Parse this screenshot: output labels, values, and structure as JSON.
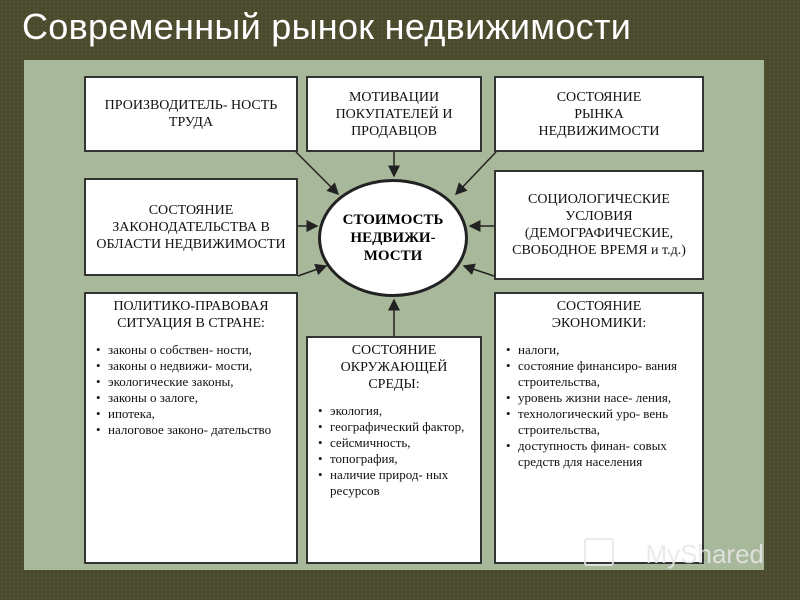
{
  "slide": {
    "title": "Современный рынок недвижимости"
  },
  "center": {
    "label": "СТОИМОСТЬ НЕДВИЖИ- МОСТИ"
  },
  "boxes": {
    "productivity": "ПРОИЗВОДИТЕЛЬ- НОСТЬ ТРУДА",
    "motivation": "МОТИВАЦИИ ПОКУПАТЕЛЕЙ И ПРОДАВЦОВ",
    "market_state": "СОСТОЯНИЕ РЫНКА НЕДВИЖИМОСТИ",
    "legislation": "СОСТОЯНИЕ ЗАКОНОДАТЕЛЬСТВА В ОБЛАСТИ НЕДВИЖИМОСТИ",
    "sociological": "СОЦИОЛОГИЧЕСКИЕ УСЛОВИЯ (ДЕМОГРАФИЧЕСКИЕ, СВОБОДНОЕ ВРЕМЯ и т.д.)",
    "political": {
      "head": "ПОЛИТИКО-ПРАВОВАЯ СИТУАЦИЯ В СТРАНЕ:",
      "items": [
        "законы о собствен- ности,",
        "законы о недвижи- мости,",
        "экологические законы,",
        "законы о залоге,",
        "ипотека,",
        "налоговое законо- дательство"
      ]
    },
    "environment": {
      "head": "СОСТОЯНИЕ ОКРУЖАЮЩЕЙ СРЕДЫ:",
      "items": [
        "экология,",
        "географический фактор,",
        "сейсмичность,",
        "топография,",
        "наличие природ- ных ресурсов"
      ]
    },
    "economy": {
      "head": "СОСТОЯНИЕ ЭКОНОМИКИ:",
      "items": [
        "налоги,",
        "состояние финансиро- вания строительства,",
        "уровень жизни насе- ления,",
        "технологический уро- вень строительства,",
        "доступность финан- совых средств для населения"
      ]
    }
  },
  "watermark": {
    "text": "MyShared"
  }
}
